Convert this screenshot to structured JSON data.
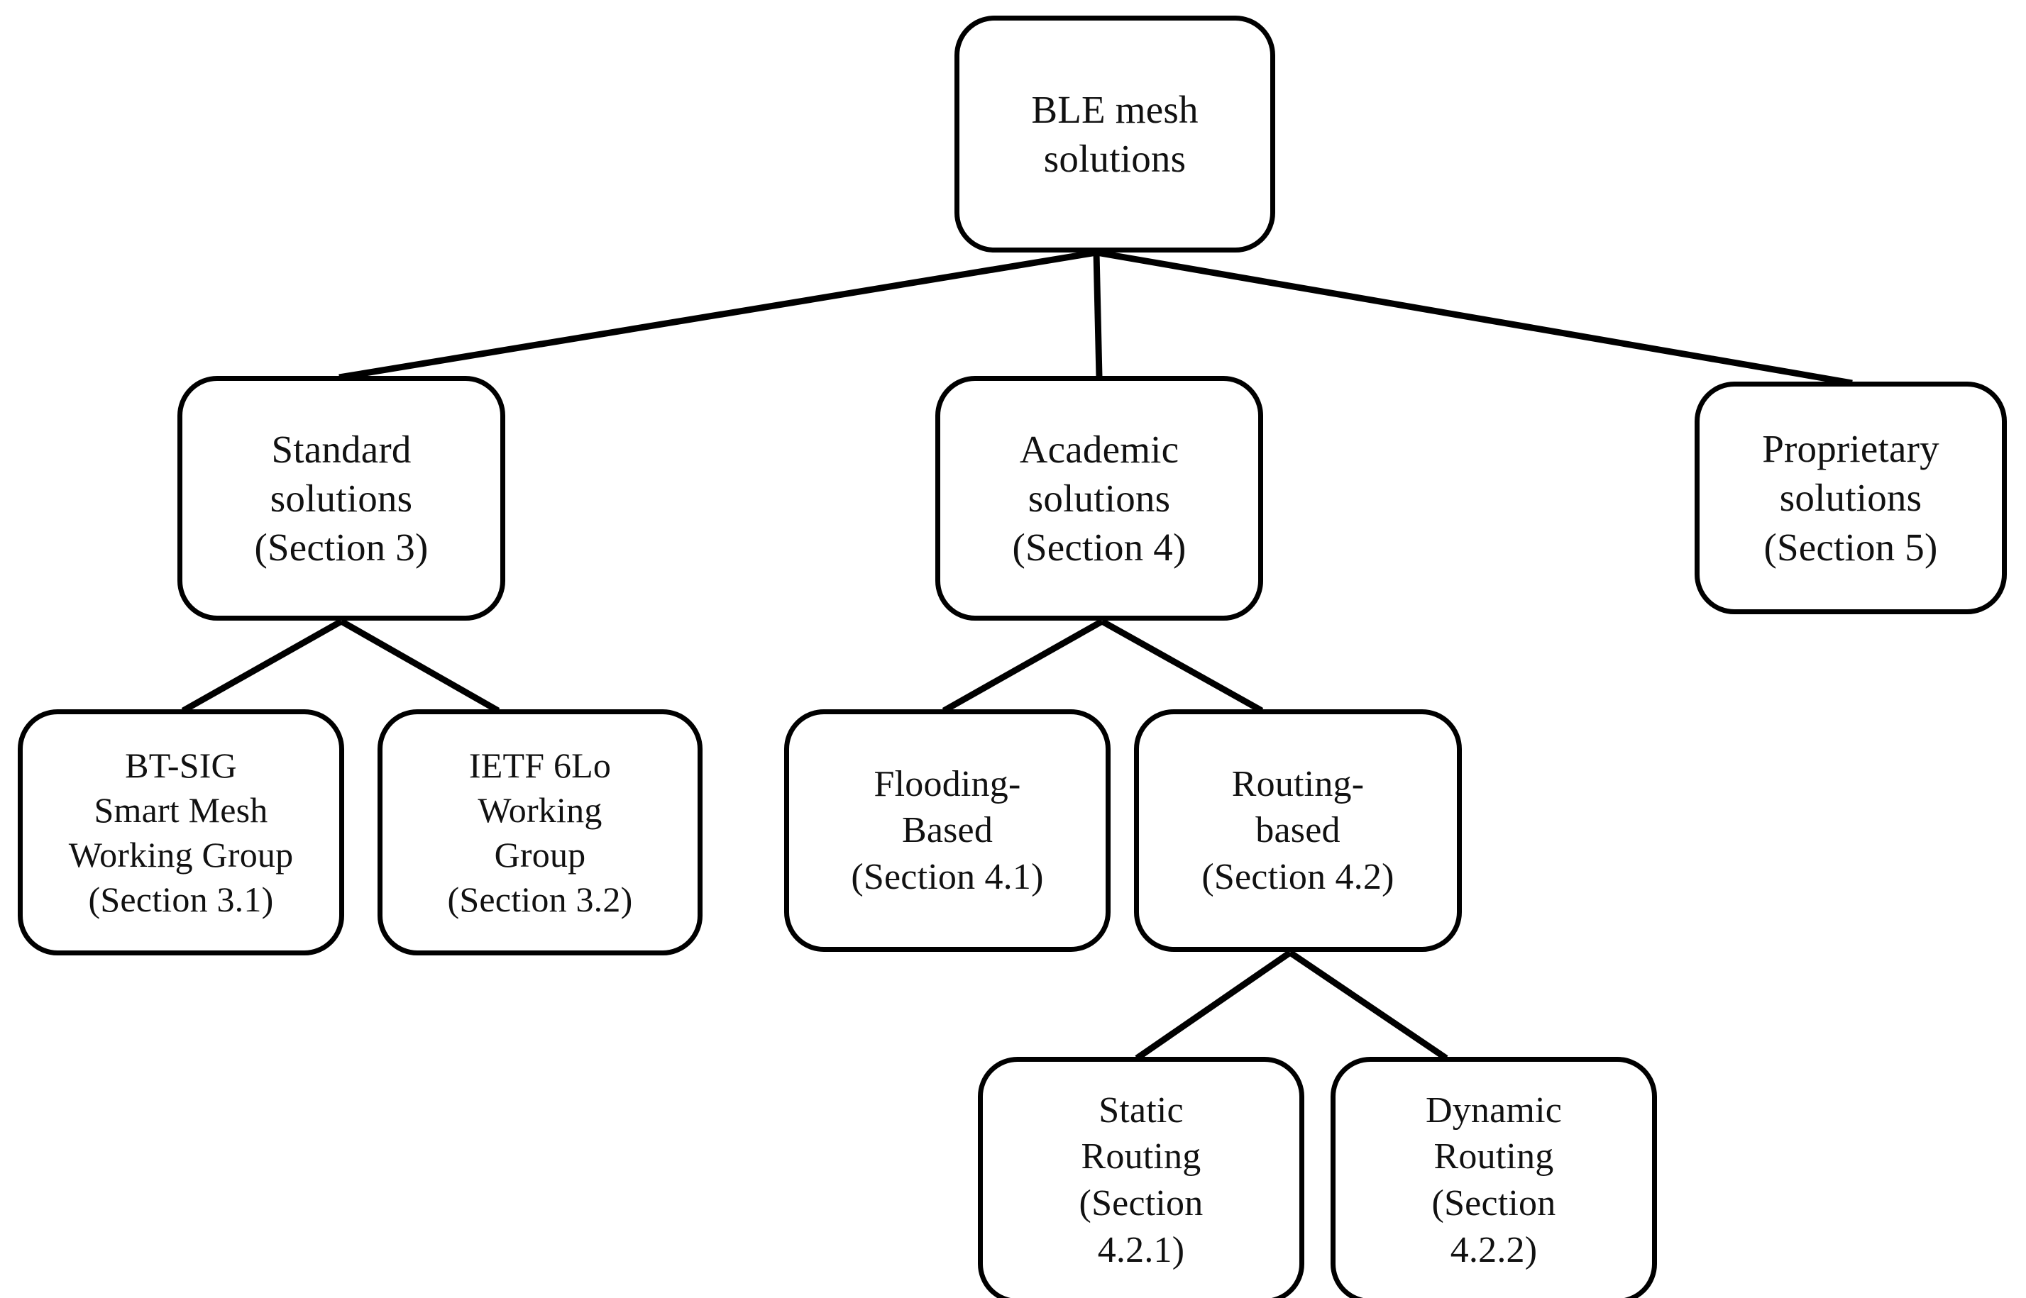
{
  "diagram": {
    "title": "BLE mesh solutions taxonomy",
    "type": "tree",
    "background_color": "#ffffff",
    "line_color": "#000000",
    "text_color": "#111111",
    "nodes": [
      {
        "id": "root",
        "label": "BLE mesh\nsolutions",
        "level": 0,
        "lines": [
          "BLE mesh",
          "solutions"
        ]
      },
      {
        "id": "standard",
        "label": "Standard\nsolutions\n(Section 3)",
        "level": 1,
        "lines": [
          "Standard",
          "solutions",
          "(Section 3)"
        ]
      },
      {
        "id": "academic",
        "label": "Academic\nsolutions\n(Section 4)",
        "level": 1,
        "lines": [
          "Academic",
          "solutions",
          "(Section 4)"
        ]
      },
      {
        "id": "proprietary",
        "label": "Proprietary\nsolutions\n(Section 5)",
        "level": 1,
        "lines": [
          "Proprietary",
          "solutions",
          "(Section 5)"
        ]
      },
      {
        "id": "btsig",
        "label": "BT-SIG\nSmart Mesh\nWorking Group\n(Section 3.1)",
        "level": 2,
        "lines": [
          "BT-SIG",
          "Smart Mesh",
          "Working Group",
          "(Section 3.1)"
        ]
      },
      {
        "id": "ietf",
        "label": "IETF 6Lo\nWorking\nGroup\n(Section 3.2)",
        "level": 2,
        "lines": [
          "IETF 6Lo",
          "Working",
          "Group",
          "(Section 3.2)"
        ]
      },
      {
        "id": "flooding",
        "label": "Flooding-\nBased\n(Section 4.1)",
        "level": 2,
        "lines": [
          "Flooding-",
          "Based",
          "(Section 4.1)"
        ]
      },
      {
        "id": "routing",
        "label": "Routing-\nbased\n(Section 4.2)",
        "level": 2,
        "lines": [
          "Routing-",
          "based",
          "(Section 4.2)"
        ]
      },
      {
        "id": "static",
        "label": "Static\nRouting\n(Section\n4.2.1)",
        "level": 3,
        "lines": [
          "Static",
          "Routing",
          "(Section",
          "4.2.1)"
        ]
      },
      {
        "id": "dynamic",
        "label": "Dynamic\nRouting\n(Section\n4.2.2)",
        "level": 3,
        "lines": [
          "Dynamic",
          "Routing",
          "(Section",
          "4.2.2)"
        ]
      }
    ],
    "edges": [
      {
        "from": "root",
        "to": "standard"
      },
      {
        "from": "root",
        "to": "academic"
      },
      {
        "from": "root",
        "to": "proprietary"
      },
      {
        "from": "standard",
        "to": "btsig"
      },
      {
        "from": "standard",
        "to": "ietf"
      },
      {
        "from": "academic",
        "to": "flooding"
      },
      {
        "from": "academic",
        "to": "routing"
      },
      {
        "from": "routing",
        "to": "static"
      },
      {
        "from": "routing",
        "to": "dynamic"
      }
    ]
  }
}
